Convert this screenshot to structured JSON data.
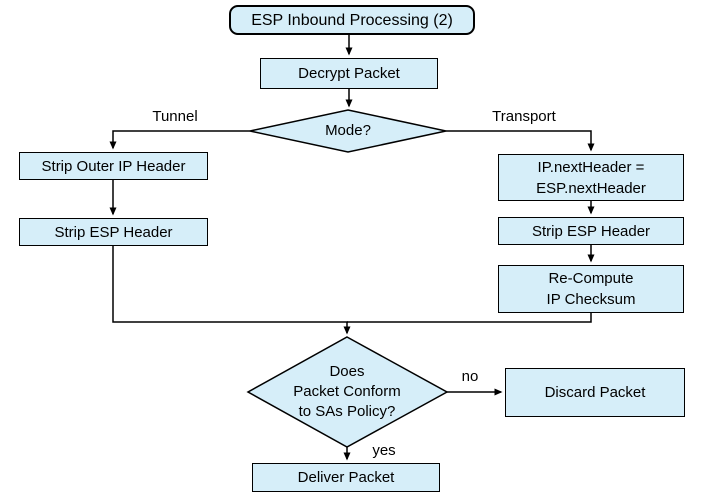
{
  "colors": {
    "node_fill": "#d6eef9",
    "node_border": "#000000",
    "line": "#000000",
    "canvas_bg": "#ffffff"
  },
  "diagram": {
    "nodes": {
      "start": {
        "label": "ESP Inbound Processing (2)"
      },
      "decrypt": {
        "label": "Decrypt Packet"
      },
      "mode": {
        "label": "Mode?"
      },
      "strip_outer_ip": {
        "label": "Strip Outer IP Header"
      },
      "strip_esp_tunnel": {
        "label": "Strip ESP Header"
      },
      "ip_next_header": {
        "label": "IP.nextHeader =\nESP.nextHeader"
      },
      "strip_esp_transport": {
        "label": "Strip ESP Header"
      },
      "recompute_checksum": {
        "label": "Re-Compute\nIP Checksum"
      },
      "policy_conform": {
        "label": "Does\nPacket Conform\nto SAs Policy?"
      },
      "discard": {
        "label": "Discard Packet"
      },
      "deliver": {
        "label": "Deliver Packet"
      }
    },
    "edge_labels": {
      "tunnel": "Tunnel",
      "transport": "Transport",
      "no": "no",
      "yes": "yes"
    }
  }
}
